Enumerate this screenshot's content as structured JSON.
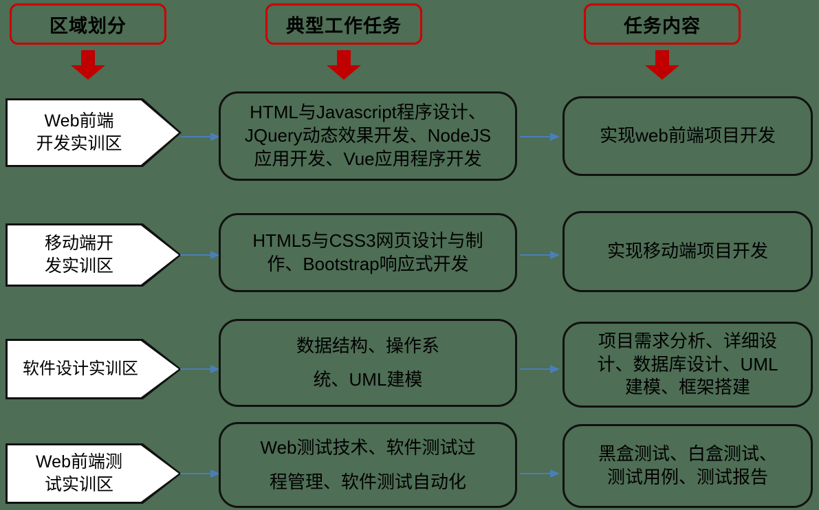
{
  "background_color": "#4e6e55",
  "accent_colors": {
    "header_border": "#cc0000",
    "header_arrow": "#c00000",
    "connector_arrow": "#4a7ebb",
    "box_border": "#111111",
    "chevron_fill": "#ffffff",
    "text": "#000000"
  },
  "headers": [
    {
      "label": "区域划分",
      "icon": "red-down-arrow-icon"
    },
    {
      "label": "典型工作任务",
      "icon": "red-down-arrow-icon"
    },
    {
      "label": "任务内容",
      "icon": "red-down-arrow-icon"
    }
  ],
  "rows": [
    {
      "area": "Web前端\n开发实训区",
      "task": "HTML与Javascript程序设计、\nJQuery动态效果开发、NodeJS\n应用开发、Vue应用程序开发",
      "content": "实现web前端项目开发"
    },
    {
      "area": "移动端开\n发实训区",
      "task": "HTML5与CSS3网页设计与制\n作、Bootstrap响应式开发",
      "content": "实现移动端项目开发"
    },
    {
      "area": "软件设计实训区",
      "task": "数据结构、操作系\n统、UML建模",
      "content": "项目需求分析、详细设\n计、数据库设计、UML\n建模、框架搭建"
    },
    {
      "area": "Web前端测\n试实训区",
      "task": "Web测试技术、软件测试过\n程管理、软件测试自动化",
      "content": "黑盒测试、白盒测试、\n测试用例、测试报告"
    }
  ]
}
